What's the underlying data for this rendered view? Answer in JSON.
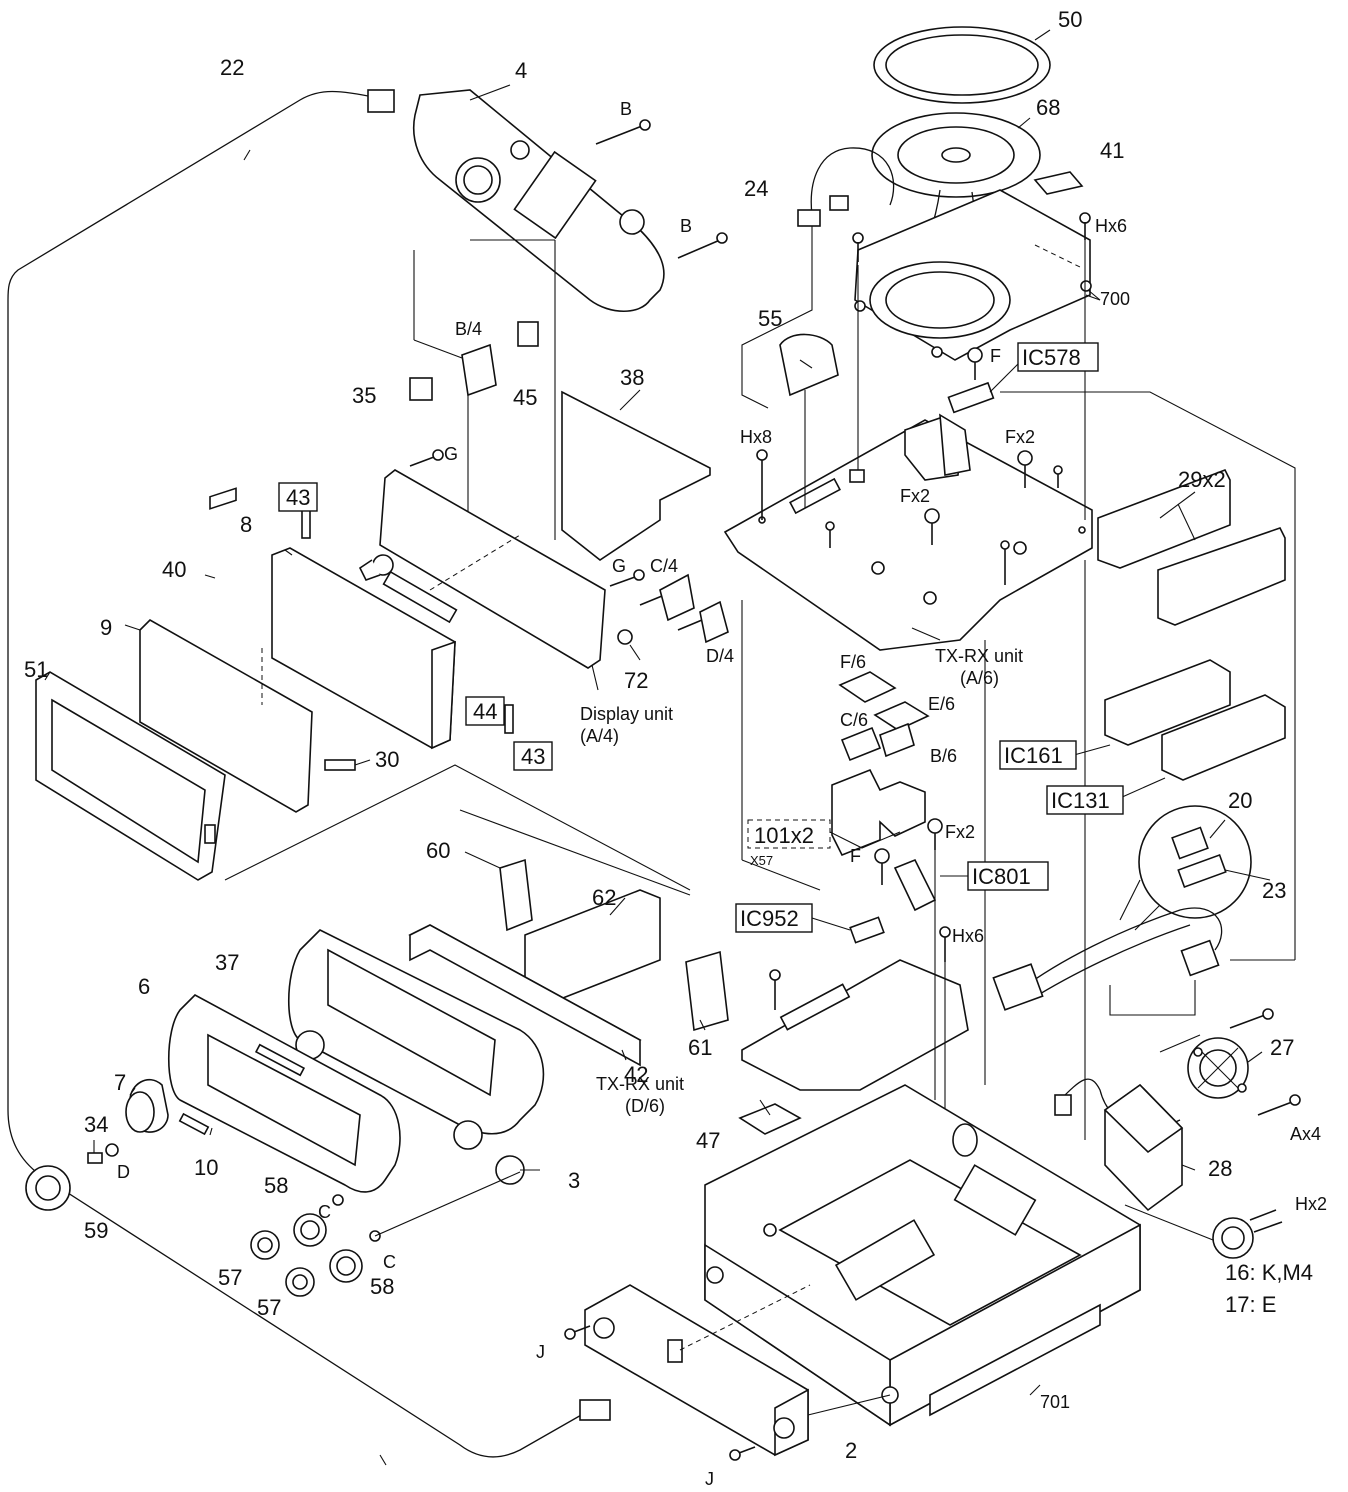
{
  "parts": {
    "p22": "22",
    "p4": "4",
    "p50": "50",
    "p68": "68",
    "p41": "41",
    "p24": "24",
    "hx6a": "Hx6",
    "p700": "700",
    "b1": "B",
    "b2": "B",
    "b4": "B/4",
    "p45": "45",
    "p35": "35",
    "p55": "55",
    "f1": "F",
    "ic578": "IC578",
    "p38": "38",
    "hx8": "Hx8",
    "fx2a": "Fx2",
    "fx2b": "Fx2",
    "g1": "G",
    "p43a": "43",
    "p8": "8",
    "p40": "40",
    "p29x2": "29x2",
    "c4": "C/4",
    "g2": "G",
    "d4": "D/4",
    "p9": "9",
    "p51": "51",
    "p72": "72",
    "f6": "F/6",
    "txrx_a": "TX-RX unit",
    "txrx_a2": "(A/6)",
    "c6": "C/6",
    "e6": "E/6",
    "p44": "44",
    "p43b": "43",
    "disp": "Display unit",
    "disp2": "(A/4)",
    "b6": "B/6",
    "p30": "30",
    "ic161": "IC161",
    "p20": "20",
    "ic131": "IC131",
    "p101x2": "101x2",
    "x57": "X57",
    "fx2c": "Fx2",
    "p60": "60",
    "f2": "F",
    "ic801": "IC801",
    "p23": "23",
    "p62": "62",
    "ic952": "IC952",
    "hx6b": "Hx6",
    "p37": "37",
    "p6": "6",
    "p61": "61",
    "p42": "42",
    "p27": "27",
    "p7": "7",
    "txrx_d": "TX-RX unit",
    "txrx_d2": "(D/6)",
    "p34": "34",
    "ax4": "Ax4",
    "d1": "D",
    "p10": "10",
    "p47": "47",
    "p3": "3",
    "p28": "28",
    "p58a": "58",
    "c1": "C",
    "hx2": "Hx2",
    "p59": "59",
    "c2": "C",
    "p57a": "57",
    "p16": "16: K,M4",
    "p57b": "57",
    "p58b": "58",
    "p17": "17: E",
    "j1": "J",
    "p701": "701",
    "p2": "2",
    "j2": "J"
  }
}
